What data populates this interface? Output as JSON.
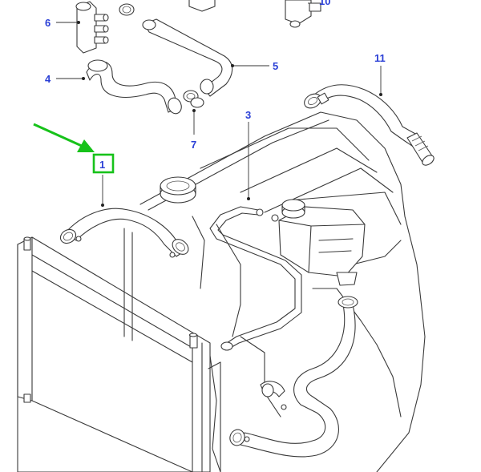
{
  "callouts": [
    {
      "id": "1",
      "label": "1"
    },
    {
      "id": "3",
      "label": "3"
    },
    {
      "id": "4",
      "label": "4"
    },
    {
      "id": "5",
      "label": "5"
    },
    {
      "id": "6",
      "label": "6"
    },
    {
      "id": "7",
      "label": "7"
    },
    {
      "id": "10",
      "label": "10"
    },
    {
      "id": "11",
      "label": "11"
    }
  ],
  "highlight": {
    "target": "1",
    "color": "#17c21a"
  },
  "label_color": "#2a3fd6"
}
